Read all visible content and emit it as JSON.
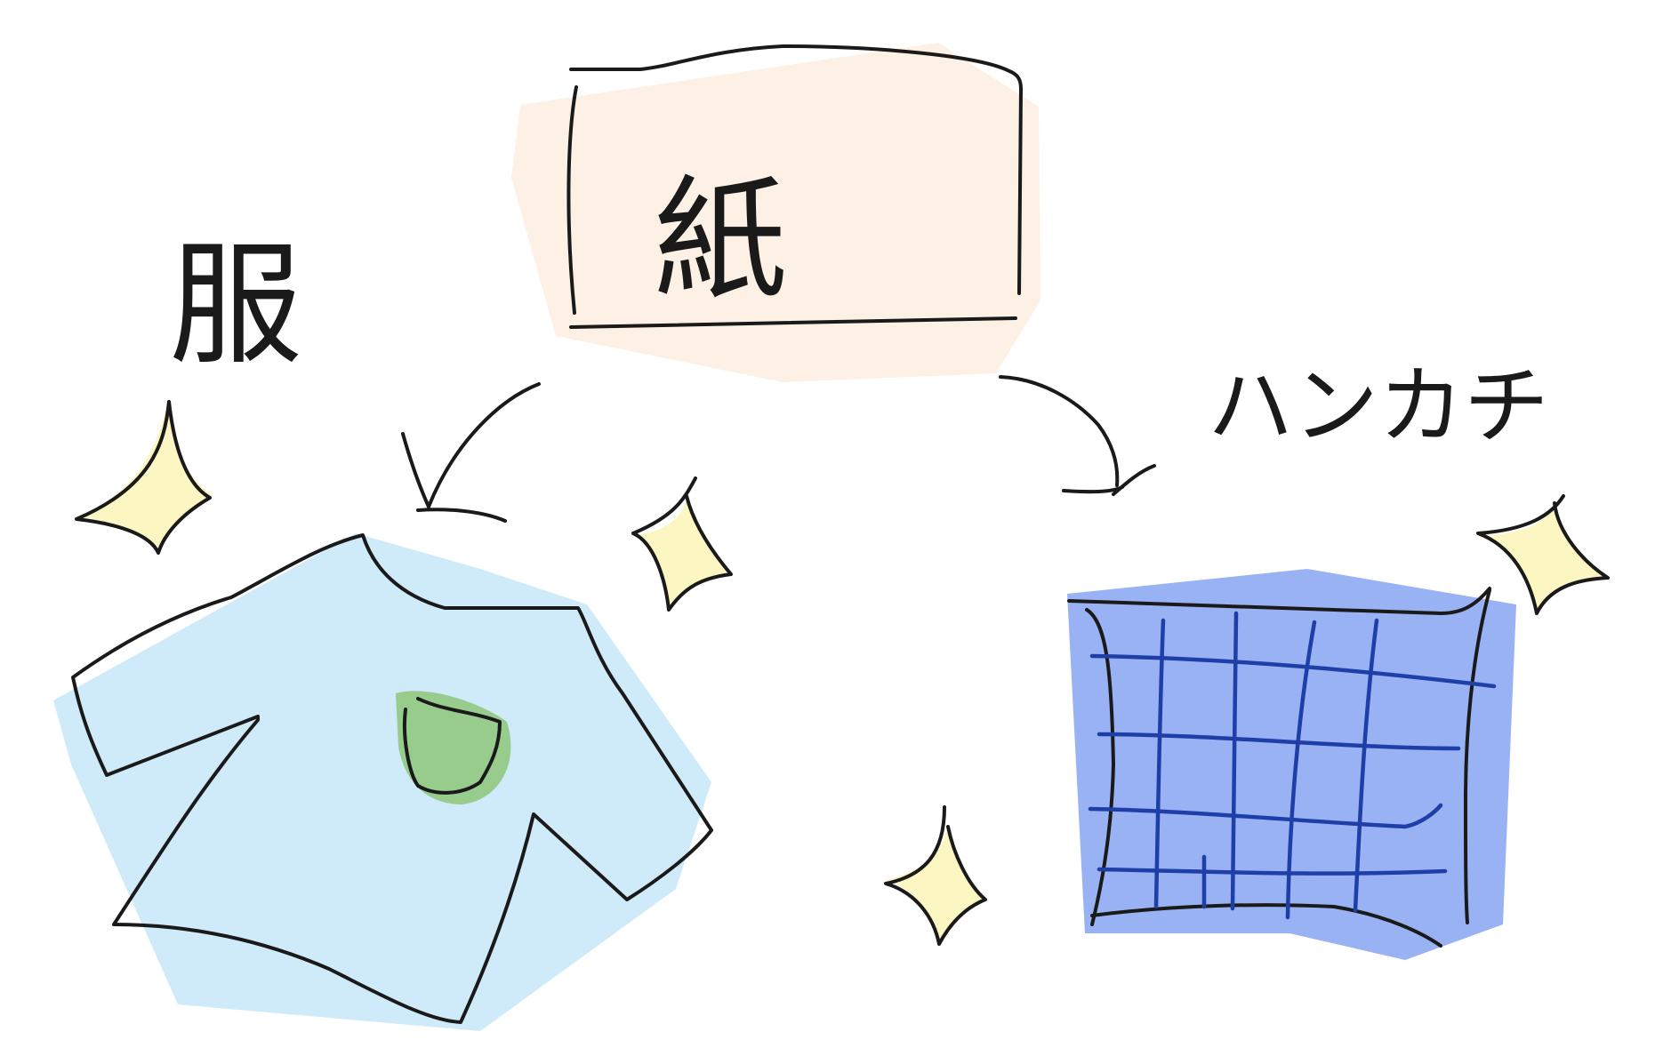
{
  "labels": {
    "paper": "紙",
    "clothes": "服",
    "handkerchief": "ハンカチ"
  },
  "colors": {
    "ink": "#1a1a1a",
    "paper_fill": "#fbe6d2",
    "shirt_fill": "#bfe3f5",
    "stain_fill": "#8ec77a",
    "hanky_fill": "#7f9ff0",
    "hanky_lines": "#1e3fa8",
    "sparkle_fill": "#fbf6c2"
  },
  "diagram": {
    "nodes": [
      "paper-box",
      "shirt-illustration",
      "handkerchief-illustration"
    ],
    "edges": [
      {
        "from": "paper-box",
        "to": "shirt-illustration"
      },
      {
        "from": "paper-box",
        "to": "handkerchief-illustration"
      }
    ],
    "sparkles": 4
  }
}
